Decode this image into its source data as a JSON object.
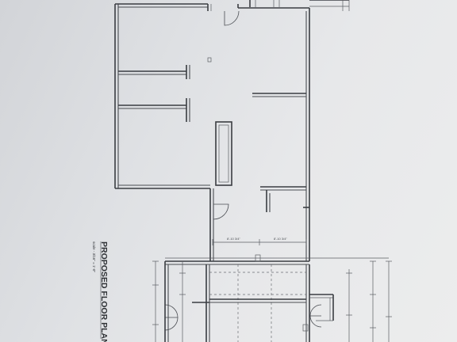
{
  "drawing": {
    "title": "PROPOSED FLOOR PLAN",
    "scale": "scale - 3/16\" = 1'-0\"",
    "dims": {
      "bay_left": "8'-10 3/4\"",
      "bay_right": "8'-10 3/4\""
    }
  },
  "colors": {
    "paper": "#e6e7e9",
    "ink": "#3a3d42"
  }
}
